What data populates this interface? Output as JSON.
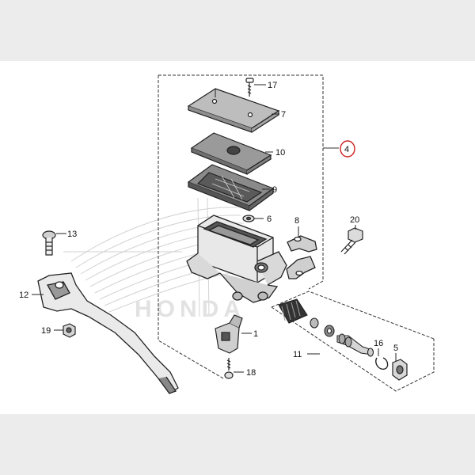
{
  "diagram": {
    "highlight_color": "#cc1f1f",
    "labels": {
      "p1": "1",
      "p4": "4",
      "p5": "5",
      "p6": "6",
      "p7": "7",
      "p8": "8",
      "p9": "9",
      "p10": "10",
      "p11": "11",
      "p12": "12",
      "p13": "13",
      "p16": "16",
      "p17": "17",
      "p18": "18",
      "p19": "19",
      "p20": "20"
    },
    "watermark_text": "HONDA"
  }
}
